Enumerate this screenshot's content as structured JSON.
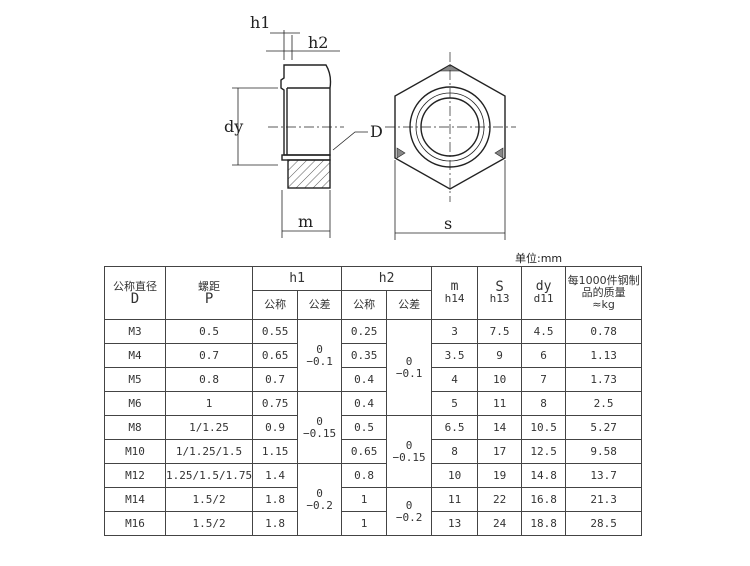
{
  "drawing": {
    "labels": {
      "h1": "h1",
      "h2": "h2",
      "dy": "dy",
      "D": "D",
      "m": "m",
      "s": "s"
    }
  },
  "unit_label": "单位:mm",
  "table": {
    "headers": {
      "D_cn": "公称直径",
      "D": "D",
      "P_cn": "螺距",
      "P": "P",
      "h1": "h1",
      "h2": "h2",
      "nominal": "公称",
      "tolerance": "公差",
      "m": "m",
      "m_tol": "h14",
      "S": "S",
      "S_tol": "h13",
      "dy": "dy",
      "dy_tol": "d11",
      "mass_1": "每1000件钢制",
      "mass_2": "品的质量",
      "mass_3": "≈kg"
    },
    "rows": [
      {
        "D": "M3",
        "P": "0.5",
        "h1": "0.55",
        "h2": "0.25",
        "m": "3",
        "S": "7.5",
        "dy": "4.5",
        "mass": "0.78"
      },
      {
        "D": "M4",
        "P": "0.7",
        "h1": "0.65",
        "h2": "0.35",
        "m": "3.5",
        "S": "9",
        "dy": "6",
        "mass": "1.13"
      },
      {
        "D": "M5",
        "P": "0.8",
        "h1": "0.7",
        "h2": "0.4",
        "m": "4",
        "S": "10",
        "dy": "7",
        "mass": "1.73"
      },
      {
        "D": "M6",
        "P": "1",
        "h1": "0.75",
        "h2": "0.4",
        "m": "5",
        "S": "11",
        "dy": "8",
        "mass": "2.5"
      },
      {
        "D": "M8",
        "P": "1/1.25",
        "h1": "0.9",
        "h2": "0.5",
        "m": "6.5",
        "S": "14",
        "dy": "10.5",
        "mass": "5.27"
      },
      {
        "D": "M10",
        "P": "1/1.25/1.5",
        "h1": "1.15",
        "h2": "0.65",
        "m": "8",
        "S": "17",
        "dy": "12.5",
        "mass": "9.58"
      },
      {
        "D": "M12",
        "P": "1.25/1.5/1.75",
        "h1": "1.4",
        "h2": "0.8",
        "m": "10",
        "S": "19",
        "dy": "14.8",
        "mass": "13.7"
      },
      {
        "D": "M14",
        "P": "1.5/2",
        "h1": "1.8",
        "h2": "1",
        "m": "11",
        "S": "22",
        "dy": "16.8",
        "mass": "21.3"
      },
      {
        "D": "M16",
        "P": "1.5/2",
        "h1": "1.8",
        "h2": "1",
        "m": "13",
        "S": "24",
        "dy": "18.8",
        "mass": "28.5"
      }
    ],
    "h1_tol": [
      {
        "upper": "0",
        "lower": "−0.1"
      },
      {
        "upper": "0",
        "lower": "−0.15"
      },
      {
        "upper": "0",
        "lower": "−0.2"
      }
    ],
    "h2_tol": [
      {
        "upper": "0",
        "lower": "−0.1"
      },
      {
        "upper": "0",
        "lower": "−0.15"
      },
      {
        "upper": "0",
        "lower": "−0.2"
      }
    ]
  }
}
